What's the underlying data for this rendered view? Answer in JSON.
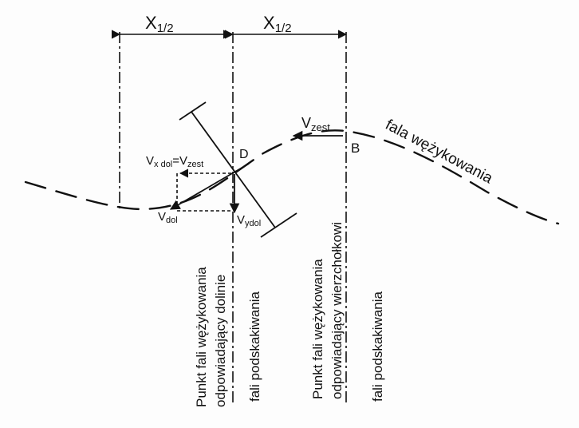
{
  "labels": {
    "x_half": "X",
    "x_half_sub": "1/2",
    "v_zest": "V",
    "v_zest_sub": "zest",
    "point_b": "B",
    "point_d": "D",
    "fala": "fala wężykowania",
    "vx_left": "V",
    "vx_left_sub": "x dol",
    "vx_eq": "=V",
    "vx_eq_sub": "zest",
    "v_dol": "V",
    "v_dol_sub": "dol",
    "v_ydol": "V",
    "v_ydol_sub": "ydol",
    "rot1_line1": "Punkt fali wężykowania",
    "rot1_line2": "odpowiadający dolinie",
    "rot2": "fali podskakiwania",
    "rot3_line1": "Punkt fali wężykowania",
    "rot3_line2": "odpowiadający wierzchołkowi",
    "rot4": "fali podskakiwania"
  }
}
